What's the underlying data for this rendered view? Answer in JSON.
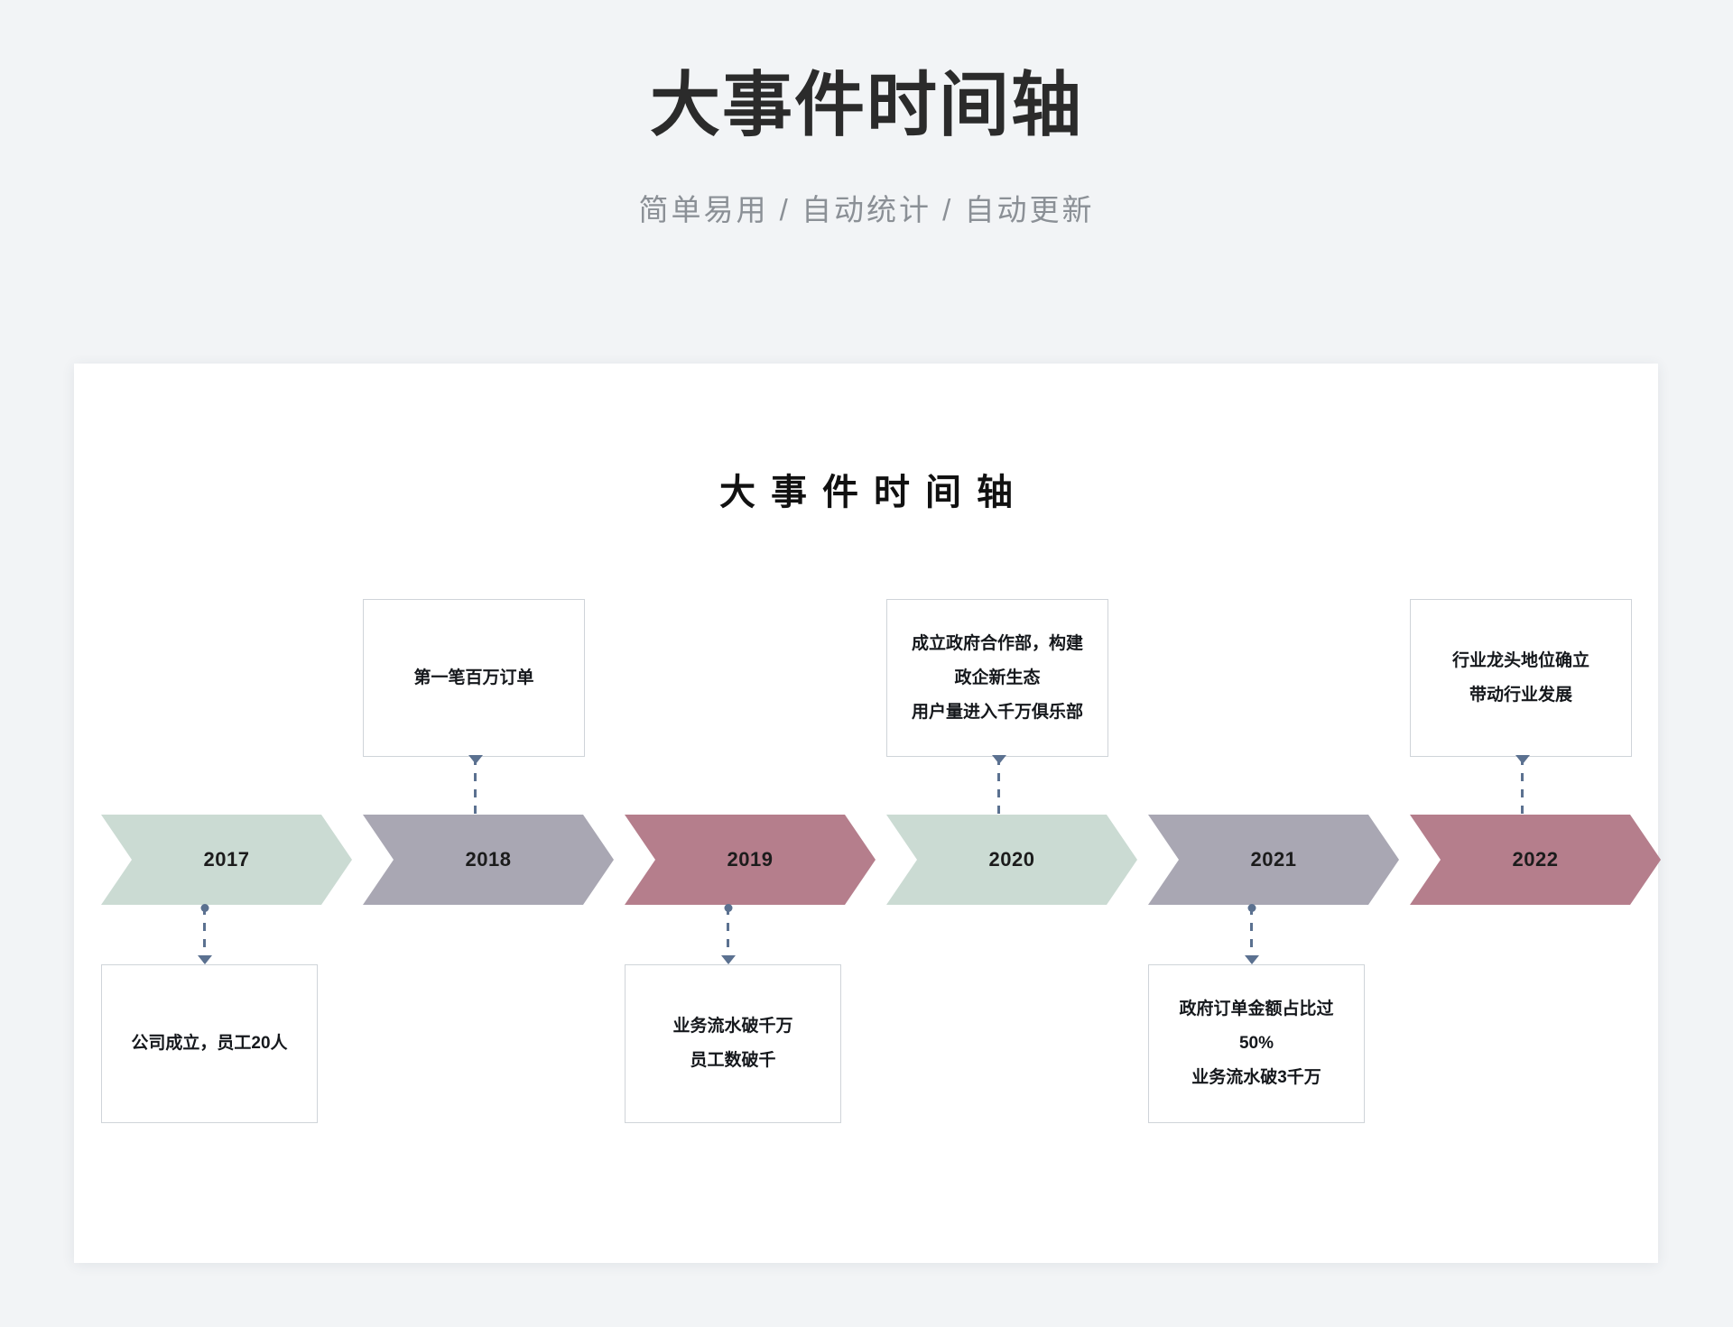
{
  "header": {
    "title": "大事件时间轴",
    "subtitle": "简单易用 / 自动统计 / 自动更新"
  },
  "card": {
    "chart_title": "大事件时间轴"
  },
  "colors": {
    "page_background": "#f2f4f6",
    "card_background": "#ffffff",
    "title_text": "#2b2b2b",
    "subtitle_text": "#8b9096",
    "connector": "#5b7190",
    "box_border": "#cfd4d9",
    "chevron_green": "#cbdbd3",
    "chevron_gray": "#a9a7b3",
    "chevron_rose": "#b57e8c"
  },
  "chart_data": {
    "type": "timeline",
    "title": "大事件时间轴",
    "milestones": [
      {
        "year": "2017",
        "color": "#cbdbd3",
        "position": "below",
        "lines": [
          "公司成立，员工20人"
        ]
      },
      {
        "year": "2018",
        "color": "#a9a7b3",
        "position": "above",
        "lines": [
          "第一笔百万订单"
        ]
      },
      {
        "year": "2019",
        "color": "#b57e8c",
        "position": "below",
        "lines": [
          "业务流水破千万",
          "员工数破千"
        ]
      },
      {
        "year": "2020",
        "color": "#cbdbd3",
        "position": "above",
        "lines": [
          "成立政府合作部，构建",
          "政企新生态",
          "用户量进入千万俱乐部"
        ]
      },
      {
        "year": "2021",
        "color": "#a9a7b3",
        "position": "below",
        "lines": [
          "政府订单金额占比过",
          "50%",
          "业务流水破3千万"
        ]
      },
      {
        "year": "2022",
        "color": "#b57e8c",
        "position": "above",
        "lines": [
          "行业龙头地位确立",
          "带动行业发展"
        ]
      }
    ]
  }
}
